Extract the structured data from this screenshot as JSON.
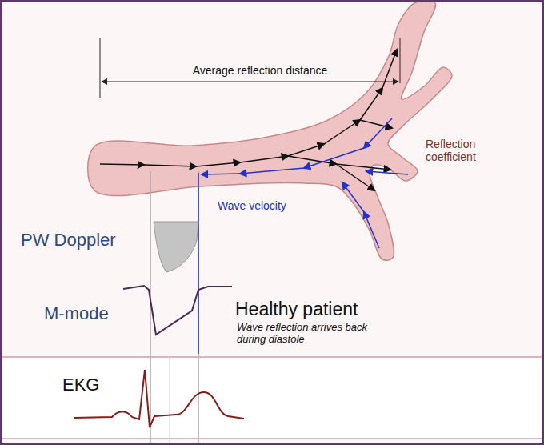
{
  "diagram": {
    "labels": [
      "Average reflection distance",
      "Reflection coefficient",
      "Wave velocity",
      "PW Doppler",
      "M-mode",
      "Healthy patient",
      "Wave reflection arrives back during diastole",
      "EKG"
    ]
  }
}
